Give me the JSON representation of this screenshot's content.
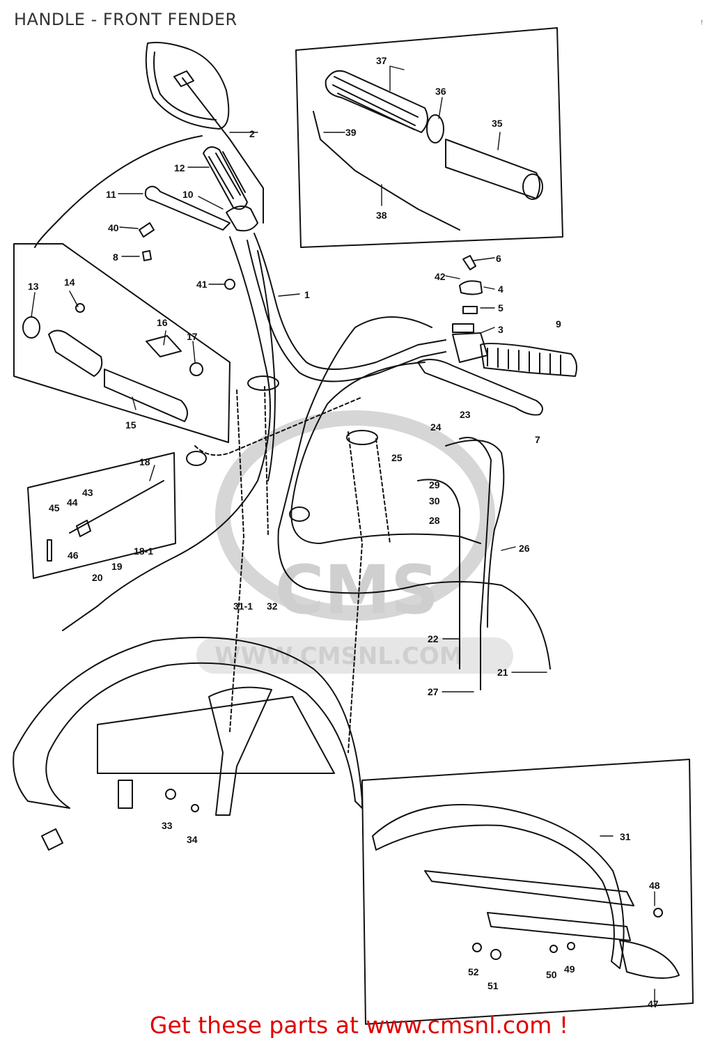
{
  "header": {
    "title": "HANDLE - FRONT FENDER",
    "corner_mark": "!"
  },
  "watermark": {
    "logo_text": "CMS",
    "url_text": "WWW.CMSNL.COM"
  },
  "footer": {
    "link_text": "Get these parts at www.cmsnl.com !",
    "color": "#e00000"
  },
  "colors": {
    "line": "#111111",
    "watermark": "#cfcfcf",
    "background": "#ffffff"
  },
  "part_callouts": [
    "1",
    "2",
    "3",
    "4",
    "5",
    "6",
    "7",
    "8",
    "9",
    "10",
    "11",
    "12",
    "13",
    "14",
    "15",
    "16",
    "17",
    "18",
    "18-1",
    "19",
    "20",
    "21",
    "22",
    "23",
    "24",
    "25",
    "26",
    "27",
    "28",
    "29",
    "30",
    "31",
    "31-1",
    "32",
    "33",
    "34",
    "35",
    "36",
    "37",
    "38",
    "39",
    "40",
    "41",
    "42",
    "43",
    "44",
    "45",
    "46",
    "47",
    "48",
    "49",
    "50",
    "51",
    "52"
  ]
}
